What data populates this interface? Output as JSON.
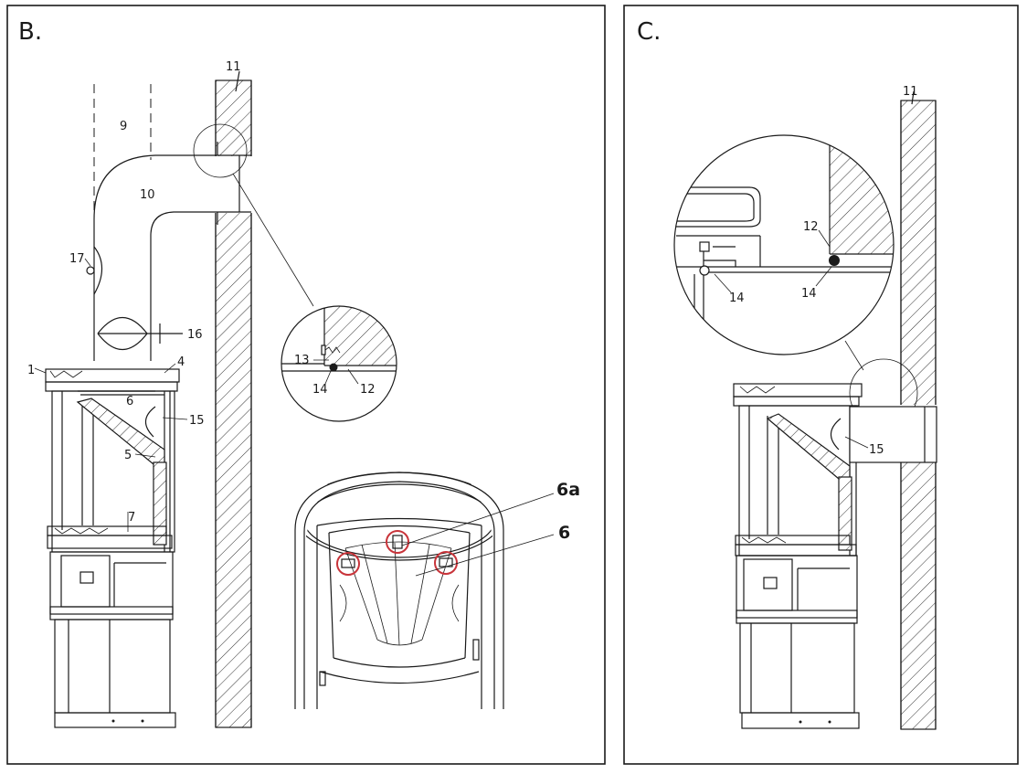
{
  "panels": {
    "b": {
      "label": "B.",
      "callouts": {
        "n11": "11",
        "n9": "9",
        "n10": "10",
        "n17": "17",
        "n16": "16",
        "n1": "1",
        "n4": "4",
        "n6": "6",
        "n15": "15",
        "n5": "5",
        "n7": "7",
        "n13": "13",
        "n14": "14",
        "n12": "12",
        "n6a_bold": "6a",
        "n6_bold": "6"
      }
    },
    "c": {
      "label": "C.",
      "callouts": {
        "n11": "11",
        "n12": "12",
        "n14": "14",
        "n14b": "14",
        "n15": "15"
      }
    }
  },
  "colors": {
    "line": "#1a1a1a",
    "highlight": "#c8343a",
    "background": "#ffffff"
  }
}
